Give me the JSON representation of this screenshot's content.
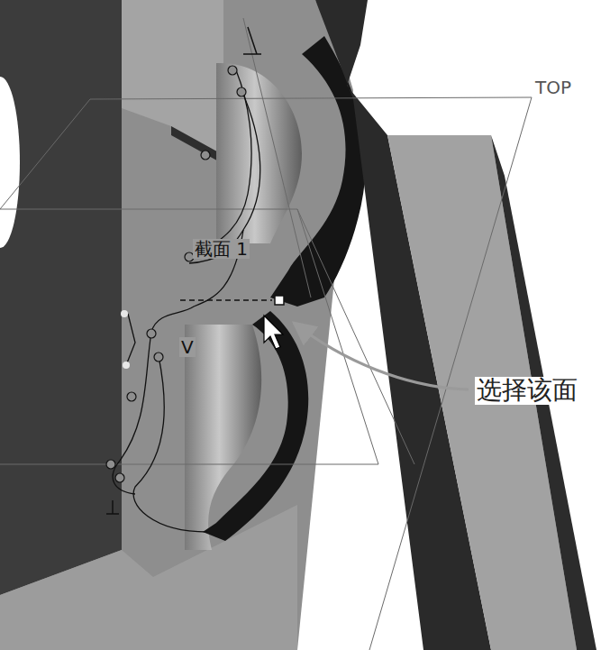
{
  "diagram": {
    "labels": [
      "TOP",
      "截面 1",
      "V",
      "选择该面"
    ]
  }
}
